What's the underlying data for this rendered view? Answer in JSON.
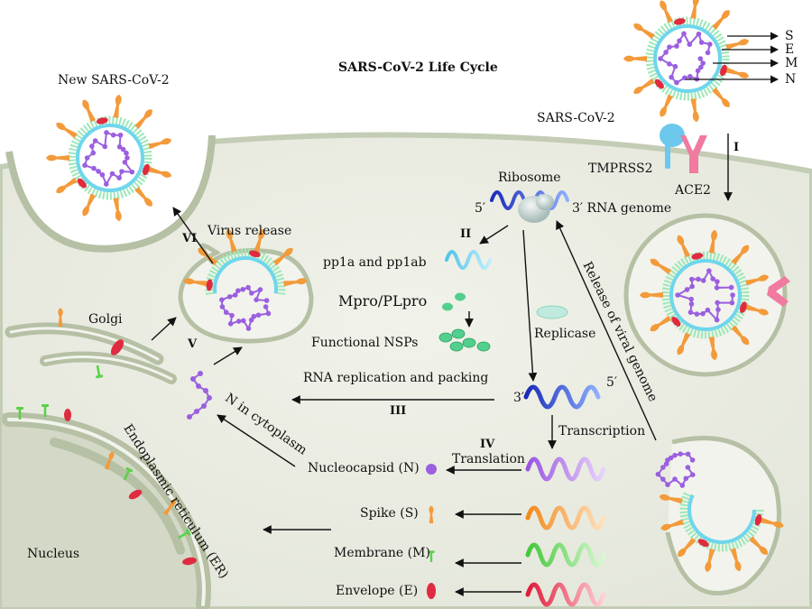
{
  "title": "SARS-CoV-2 Life Cycle",
  "labels": {
    "new_virus": "New SARS-CoV-2",
    "virus": "SARS-CoV-2",
    "tmprss2": "TMPRSS2",
    "ace2": "ACE2",
    "ribosome": "Ribosome",
    "rna_genome": "3′ RNA genome",
    "five_prime": "5′",
    "three_prime": "3′",
    "pp1a": "pp1a and pp1ab",
    "mpro": "Mpro/PLpro",
    "functional_nsps": "Functional NSPs",
    "replicase": "Replicase",
    "rna_replication": "RNA replication and packing",
    "transcription": "Transcription",
    "translation": "Translation",
    "virus_release": "Virus release",
    "golgi": "Golgi",
    "n_in_cytoplasm": "N in cytoplasm",
    "er": "Endoplasmic reticulum (ER)",
    "nucleus": "Nucleus",
    "release_genome": "Release of viral genome"
  },
  "structural_legend": [
    "S",
    "E",
    "M",
    "N"
  ],
  "proteins": [
    {
      "label": "Nucleocapsid (N)",
      "color": "#9b5fe0"
    },
    {
      "label": "Spike (S)",
      "color": "#f39a3a"
    },
    {
      "label": "Membrane (M)",
      "color": "#5ad14a"
    },
    {
      "label": "Envelope (E)",
      "color": "#e02a3f"
    }
  ],
  "stages": [
    "I",
    "II",
    "III",
    "IV",
    "V",
    "VI"
  ],
  "colors": {
    "cell": "#e9ebe0",
    "membrane": "#b7c3a8",
    "nucleus": "#d6dbcb",
    "rna_blue": "#2b3cc9",
    "spike": "#f39a3a",
    "nucleocapsid": "#9b5fe0",
    "membrane_protein": "#5ad14a",
    "envelope": "#e02a3f",
    "lipid": "#6fe0c8"
  }
}
